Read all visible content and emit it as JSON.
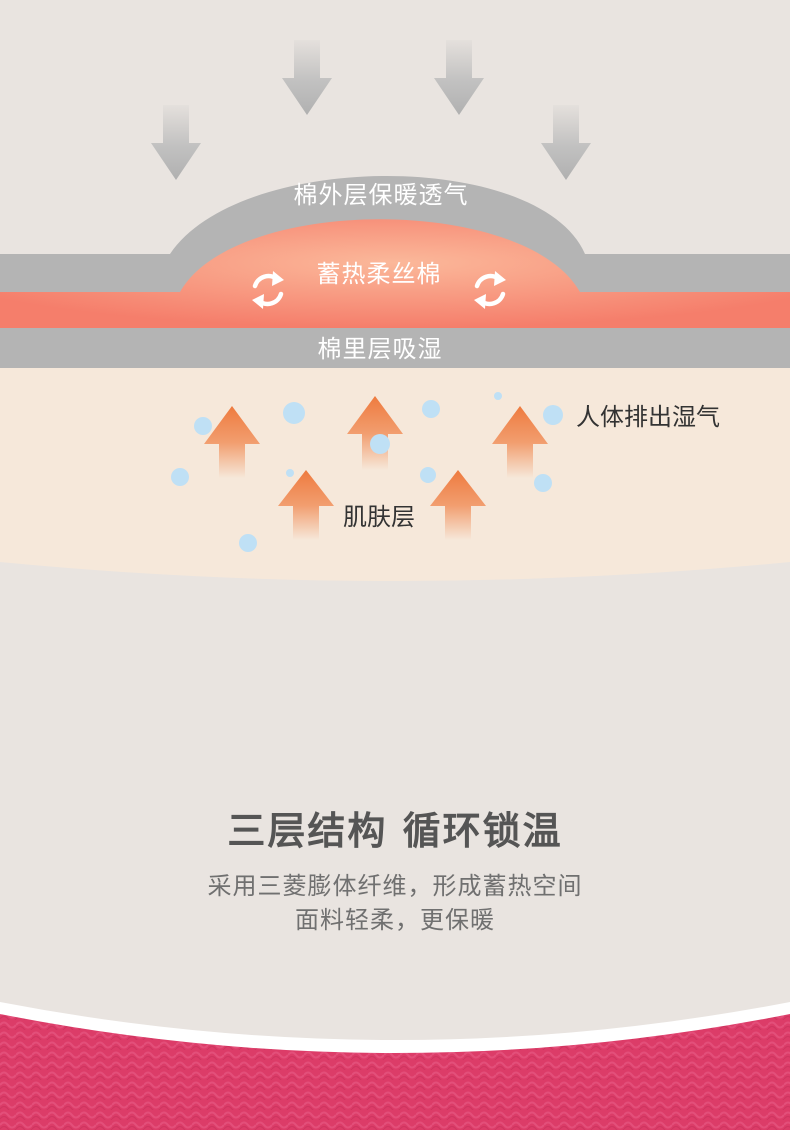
{
  "labels": {
    "outer_layer": "棉外层保暖透气",
    "middle_layer": "蓄热柔丝棉",
    "inner_layer": "棉里层吸湿",
    "moisture": "人体排出湿气",
    "skin_layer": "肌肤层"
  },
  "headline": "三层结构 循环锁温",
  "description": {
    "line1": "采用三菱膨体纤维，形成蓄热空间",
    "line2": "面料轻柔，更保暖"
  },
  "colors": {
    "background": "#e9e4e0",
    "outer_layer": "#b4b4b4",
    "middle_layer": "#f5826d",
    "skin": "#f6e8da",
    "arrow_gray": "#bdbdbd",
    "arrow_orange": "#f0844a",
    "bubble": "#bfe0f5",
    "fabric": "#dc3c68"
  },
  "icons": {
    "down_arrows": "down-arrow-icon",
    "up_arrows": "up-arrow-icon",
    "cycle": "cycle-arrows-icon",
    "bubbles": "moisture-bubble-icon"
  }
}
